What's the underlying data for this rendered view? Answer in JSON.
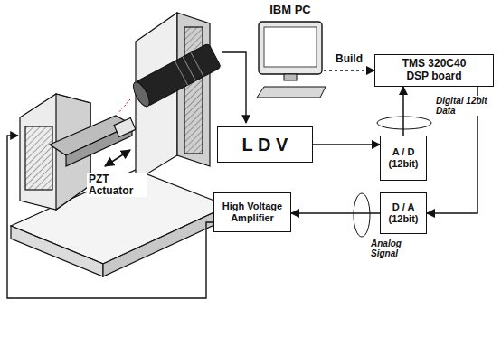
{
  "diagram": {
    "nodes": [
      {
        "text": [
          "IBM PC"
        ]
      },
      {
        "text": [
          "TMS 320C40 DSP board"
        ]
      },
      {
        "text": [
          "L D V"
        ]
      },
      {
        "text": [
          "A / D (12bit)"
        ]
      },
      {
        "text": [
          "High Voltage Amplifier"
        ]
      },
      {
        "text": [
          "D / A (12bit)"
        ]
      }
    ],
    "edges": [
      {
        "from": 0,
        "to": 1,
        "label": "Build",
        "arrow": "to"
      },
      {
        "from": 2,
        "to": 3,
        "arrow": "to"
      },
      {
        "from": 3,
        "to": 1,
        "arrow": "to"
      },
      {
        "from": 1,
        "to": 5,
        "arrow": "to"
      },
      {
        "from": 5,
        "to": 4,
        "arrow": "to"
      }
    ],
    "labels": [
      "Digital 12bit Data",
      "Analog Signal",
      "PZT Actuator"
    ]
  }
}
